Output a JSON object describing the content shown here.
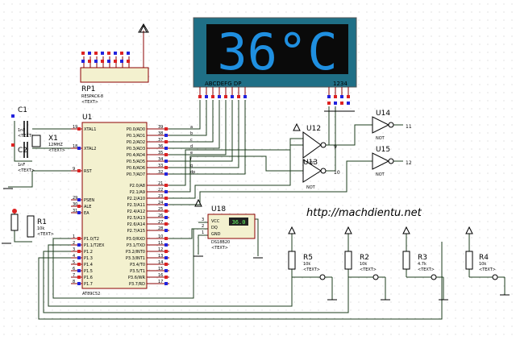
{
  "display": {
    "text": "36°C",
    "segments_label": "ABCDEFG  DP",
    "digits_label": "1234"
  },
  "rp1": {
    "ref": "RP1",
    "value": "RESPACK-8",
    "tag": "<TEXT>"
  },
  "u1": {
    "ref": "U1",
    "part": "AT89C52",
    "left_pins": [
      {
        "num": "19",
        "name": "XTAL1"
      },
      {
        "num": "18",
        "name": "XTAL2"
      },
      {
        "num": "9",
        "name": "RST"
      },
      {
        "num": "29",
        "name": "PSEN"
      },
      {
        "num": "30",
        "name": "ALE"
      },
      {
        "num": "31",
        "name": "EA"
      },
      {
        "num": "1",
        "name": "P1.0/T2"
      },
      {
        "num": "2",
        "name": "P1.1/T2EX"
      },
      {
        "num": "3",
        "name": "P1.2"
      },
      {
        "num": "4",
        "name": "P1.3"
      },
      {
        "num": "5",
        "name": "P1.4"
      },
      {
        "num": "6",
        "name": "P1.5"
      },
      {
        "num": "7",
        "name": "P1.6"
      },
      {
        "num": "8",
        "name": "P1.7"
      }
    ],
    "right_pins": [
      {
        "num": "39",
        "name": "P0.0/AD0"
      },
      {
        "num": "38",
        "name": "P0.1/AD1"
      },
      {
        "num": "37",
        "name": "P0.2/AD2"
      },
      {
        "num": "36",
        "name": "P0.3/AD3"
      },
      {
        "num": "35",
        "name": "P0.4/AD4"
      },
      {
        "num": "34",
        "name": "P0.5/AD5"
      },
      {
        "num": "33",
        "name": "P0.6/AD6"
      },
      {
        "num": "32",
        "name": "P0.7/AD7"
      },
      {
        "num": "21",
        "name": "P2.0/A8"
      },
      {
        "num": "22",
        "name": "P2.1/A9"
      },
      {
        "num": "23",
        "name": "P2.2/A10"
      },
      {
        "num": "24",
        "name": "P2.3/A11"
      },
      {
        "num": "25",
        "name": "P2.4/A12"
      },
      {
        "num": "26",
        "name": "P2.5/A13"
      },
      {
        "num": "27",
        "name": "P2.6/A14"
      },
      {
        "num": "28",
        "name": "P2.7/A15"
      },
      {
        "num": "10",
        "name": "P3.0/RXD"
      },
      {
        "num": "11",
        "name": "P3.1/TXD"
      },
      {
        "num": "12",
        "name": "P3.2/INT0"
      },
      {
        "num": "13",
        "name": "P3.3/INT1"
      },
      {
        "num": "14",
        "name": "P3.4/T0"
      },
      {
        "num": "15",
        "name": "P3.5/T1"
      },
      {
        "num": "16",
        "name": "P3.6/WR"
      },
      {
        "num": "17",
        "name": "P3.7/RD"
      }
    ],
    "p0_net_labels": [
      "a",
      "b",
      "c",
      "d",
      "e",
      "f",
      "g",
      "dp"
    ]
  },
  "c1": {
    "ref": "C1",
    "value": "1nF",
    "tag": "<TEXT>"
  },
  "c2": {
    "ref": "C2",
    "value": "1nF",
    "tag": "<TEXT>"
  },
  "x1": {
    "ref": "X1",
    "value": "12MHZ",
    "tag": "<TEXT>"
  },
  "r1": {
    "ref": "R1",
    "value": "10k",
    "tag": "<TEXT>"
  },
  "u12": {
    "ref": "U12",
    "pin_a": "9",
    "pin_b": "NOT"
  },
  "u13": {
    "ref": "U13",
    "pin_a": "10",
    "pin_b": "NOT"
  },
  "u14": {
    "ref": "U14",
    "pin_a": "11",
    "pin_b": "NOT"
  },
  "u15": {
    "ref": "U15",
    "pin_a": "12",
    "pin_b": "NOT"
  },
  "u18": {
    "ref": "U18",
    "pins": [
      "VCC",
      "DQ",
      "GND"
    ],
    "pin_nums": [
      "3",
      "2",
      "1"
    ],
    "part": "DS18B20",
    "tag": "<TEXT>",
    "reading": "36.0"
  },
  "r5": {
    "ref": "R5",
    "value": "10k",
    "tag": "<TEXT>"
  },
  "r2": {
    "ref": "R2",
    "value": "10k",
    "tag": "<TEXT>"
  },
  "r3": {
    "ref": "R3",
    "value": "4.7k",
    "tag": "<TEXT>"
  },
  "r4": {
    "ref": "R4",
    "value": "10k",
    "tag": "<TEXT>"
  },
  "watermark": "http://machdientu.net"
}
